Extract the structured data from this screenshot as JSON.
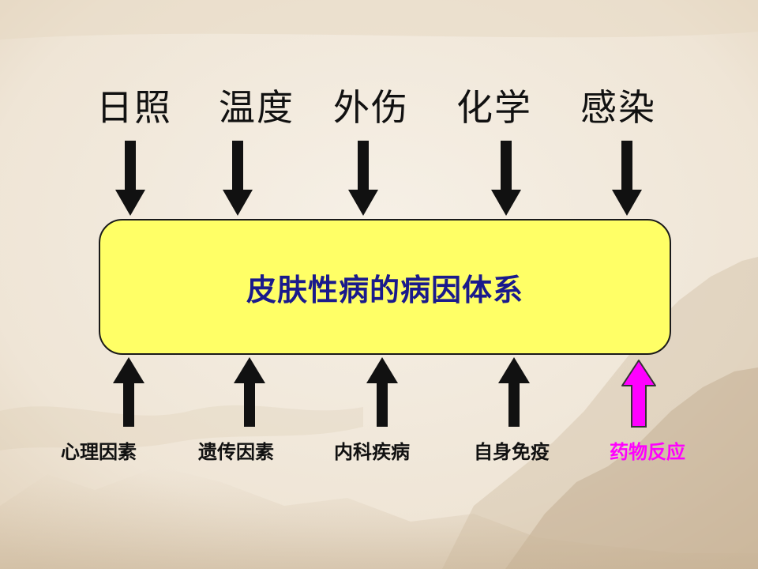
{
  "diagram": {
    "title": "皮肤性病的病因体系",
    "top_causes": [
      "日照",
      "温度",
      "外伤",
      "化学",
      "感染"
    ],
    "bottom_causes": [
      "心理因素",
      "遗传因素",
      "内科疾病",
      "自身免疫",
      "药物反应"
    ],
    "highlight_index": 4,
    "colors": {
      "box_fill": "#ffff66",
      "title_text": "#1a1a8c",
      "arrow": "#111111",
      "highlight": "#ff00ff"
    }
  }
}
